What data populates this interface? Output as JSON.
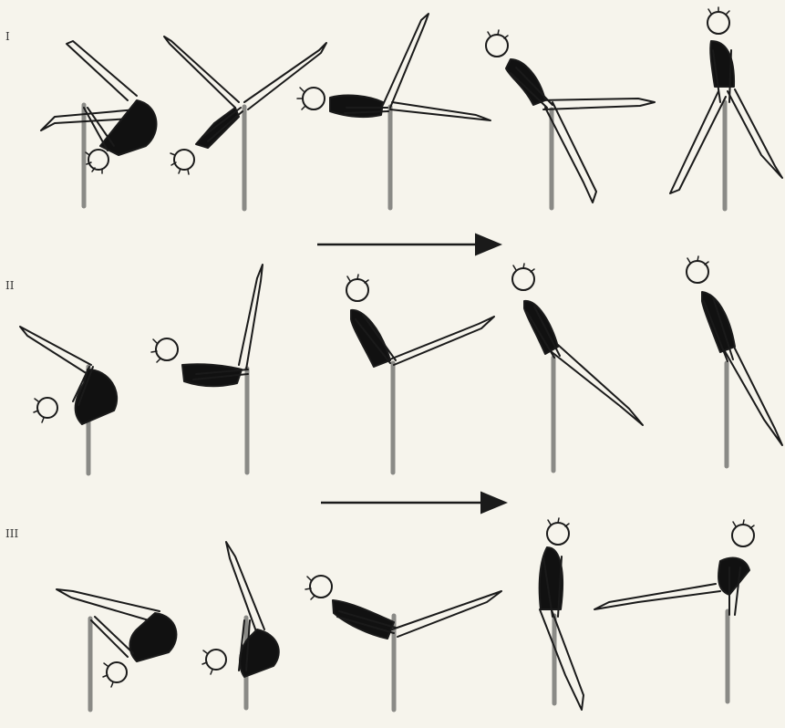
{
  "figure": {
    "rows": [
      {
        "label": "I",
        "stages": 5,
        "arrow": false
      },
      {
        "label": "II",
        "stages": 5,
        "arrow": true
      },
      {
        "label": "III",
        "stages": 5,
        "arrow": true
      }
    ],
    "colors": {
      "background": "#f6f4ec",
      "ink": "#1a1a1a",
      "bar": "#8a8a86",
      "costume": "#111111"
    },
    "icon_names": [
      "gymnast-figure",
      "horizontal-bar-post",
      "arrow-right"
    ]
  }
}
